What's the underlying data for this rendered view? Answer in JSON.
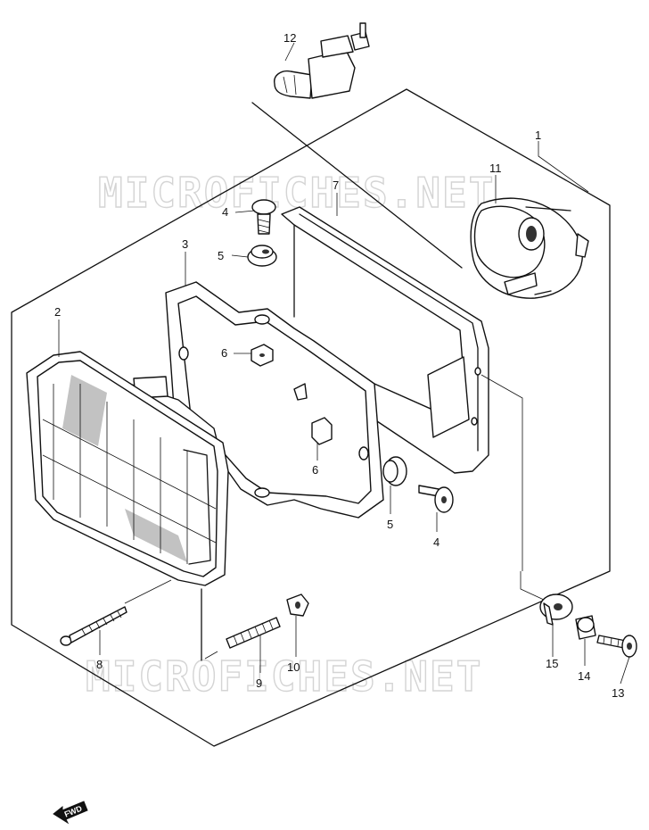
{
  "watermark": {
    "top": "MICROFICHES.NET",
    "bottom": "MICROFICHES.NET"
  },
  "fwd_label": "FWD",
  "callouts": [
    {
      "id": "c1",
      "label": "1"
    },
    {
      "id": "c2",
      "label": "2"
    },
    {
      "id": "c3",
      "label": "3"
    },
    {
      "id": "c4a",
      "label": "4"
    },
    {
      "id": "c4b",
      "label": "4"
    },
    {
      "id": "c5a",
      "label": "5"
    },
    {
      "id": "c5b",
      "label": "5"
    },
    {
      "id": "c6a",
      "label": "6"
    },
    {
      "id": "c6b",
      "label": "6"
    },
    {
      "id": "c7",
      "label": "7"
    },
    {
      "id": "c8",
      "label": "8"
    },
    {
      "id": "c9",
      "label": "9"
    },
    {
      "id": "c10",
      "label": "10"
    },
    {
      "id": "c11",
      "label": "11"
    },
    {
      "id": "c12",
      "label": "12"
    },
    {
      "id": "c13",
      "label": "13"
    },
    {
      "id": "c14",
      "label": "14"
    },
    {
      "id": "c15",
      "label": "15"
    }
  ]
}
